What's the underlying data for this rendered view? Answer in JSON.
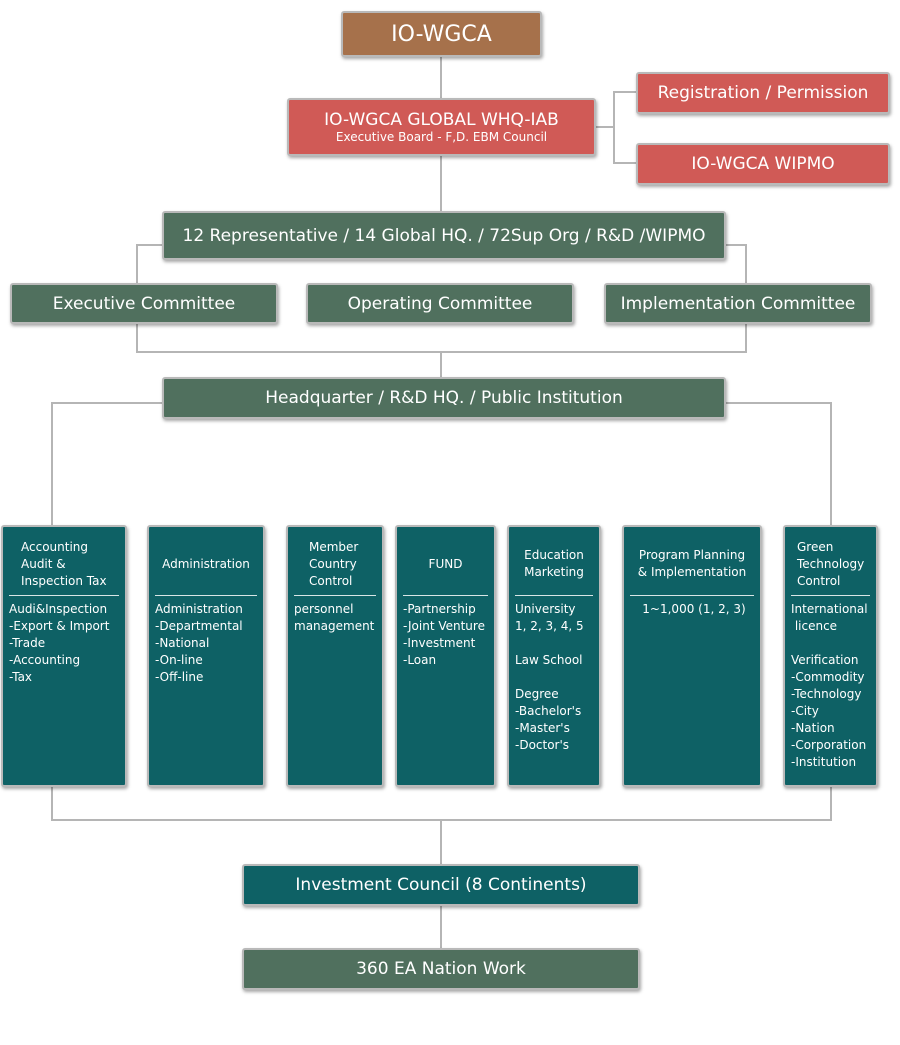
{
  "top": {
    "title": "IO-WGCA"
  },
  "global": {
    "title": "IO-WGCA GLOBAL WHQ-IAB",
    "subtitle": "Executive Board - F,D. EBM Council"
  },
  "side": {
    "registration": "Registration / Permission",
    "wipmo": "IO-WGCA WIPMO"
  },
  "representative": "12 Representative / 14 Global HQ. / 72Sup Org / R&D /WIPMO",
  "committees": {
    "executive": "Executive Committee",
    "operating": "Operating Committee",
    "implementation": "Implementation Committee"
  },
  "headquarter": "Headquarter / R&D HQ. / Public Institution",
  "departments": [
    {
      "title": "Accounting\nAudit &\nInspection Tax",
      "body": "Audi&Inspection\n-Export & Import\n-Trade\n-Accounting\n-Tax"
    },
    {
      "title": "Administration",
      "body": "Administration\n-Departmental\n-National\n-On-line\n-Off-line"
    },
    {
      "title": "Member\nCountry\nControl",
      "body": "personnel\nmanagement"
    },
    {
      "title": "FUND",
      "body": "-Partnership\n-Joint Venture\n-Investment\n-Loan"
    },
    {
      "title": "Education\nMarketing",
      "body": "University\n1, 2, 3, 4, 5\n\nLaw School\n\nDegree\n-Bachelor's\n-Master's\n-Doctor's"
    },
    {
      "title": "Program Planning\n& Implementation",
      "body": "1~1,000 (1, 2, 3)"
    },
    {
      "title": "Green\nTechnology\nControl",
      "body": "International\n licence\n\nVerification\n-Commodity\n-Technology\n-City\n-Nation\n-Corporation\n-Institution"
    }
  ],
  "investment": "Investment Council (8 Continents)",
  "nation_work": "360 EA Nation Work",
  "colors": {
    "brown": "#a6714b",
    "red": "#d05a56",
    "sage": "#50705e",
    "teal": "#0e6165",
    "connector": "#b5b5b5"
  }
}
